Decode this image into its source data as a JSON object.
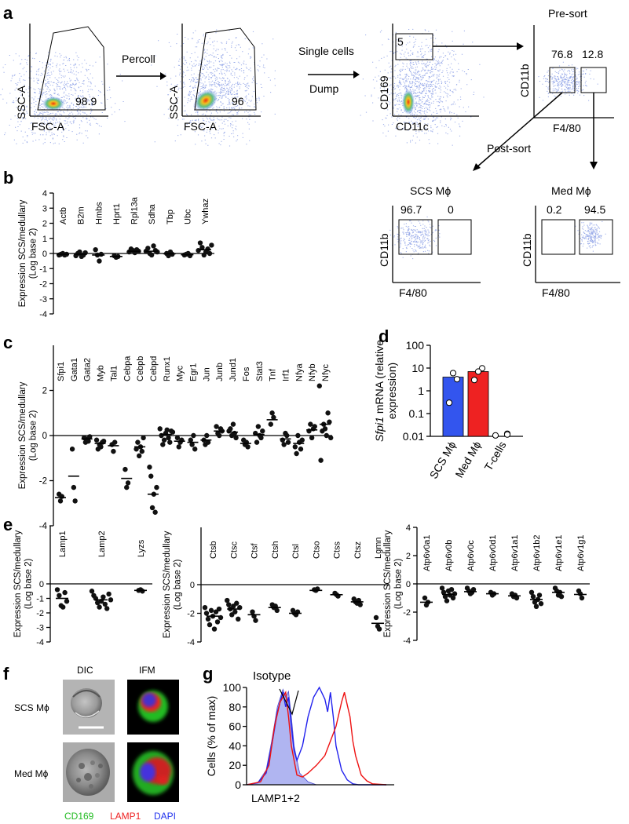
{
  "panel_labels": [
    "a",
    "b",
    "c",
    "d",
    "e",
    "f",
    "g"
  ],
  "panel_a": {
    "plots": [
      {
        "xlabel": "FSC-A",
        "ylabel": "SSC-A",
        "gate_values": [
          "98.9"
        ]
      },
      {
        "xlabel": "FSC-A",
        "ylabel": "SSC-A",
        "gate_values": [
          "96"
        ]
      },
      {
        "xlabel": "CD11c",
        "ylabel": "CD169",
        "gate_values": [
          "5"
        ]
      },
      {
        "xlabel": "F4/80",
        "ylabel": "CD11b",
        "gate_values": [
          "76.8",
          "12.8"
        ],
        "title": "Pre-sort"
      },
      {
        "xlabel": "F4/80",
        "ylabel": "CD11b",
        "gate_values": [
          "96.7",
          "0"
        ],
        "title": "SCS Mϕ"
      },
      {
        "xlabel": "F4/80",
        "ylabel": "CD11b",
        "gate_values": [
          "0.2",
          "94.5"
        ],
        "title": "Med Mϕ"
      }
    ],
    "steps": [
      "Percoll",
      "Single cells",
      "Dump",
      "Post-sort"
    ]
  },
  "chart_data": [
    {
      "panel": "b",
      "type": "scatter",
      "ylabel": [
        "Expression SCS/medullary",
        "(Log base 2)"
      ],
      "ylim": [
        -4,
        4
      ],
      "yticks": [
        -4,
        -3,
        -2,
        -1,
        0,
        1,
        2,
        3,
        4
      ],
      "categories": [
        "Actb",
        "B2m",
        "Hmbs",
        "Hprt1",
        "Rpl13a",
        "Sdha",
        "Tbp",
        "Ubc",
        "Ywhaz"
      ],
      "points": [
        [
          -0.1,
          -0.05,
          0.0,
          -0.1,
          -0.05
        ],
        [
          -0.15,
          0.0,
          0.1,
          -0.2,
          -0.1,
          0.05
        ],
        [
          0.25,
          -0.1,
          -0.5,
          -0.05
        ],
        [
          -0.15,
          -0.25,
          -0.2
        ],
        [
          0.1,
          0.3,
          0.2,
          0.05,
          0.25,
          0.15
        ],
        [
          0.15,
          0.35,
          0.0,
          -0.1,
          0.5,
          0.2,
          0.1
        ],
        [
          0.0,
          -0.15,
          0.1,
          -0.05
        ],
        [
          -0.1,
          -0.05,
          0.0,
          -0.15
        ],
        [
          0.2,
          0.7,
          0.4,
          -0.1,
          0.1,
          0.3,
          0.0,
          0.55
        ]
      ],
      "means": [
        -0.05,
        -0.05,
        -0.1,
        -0.2,
        0.15,
        0.15,
        -0.02,
        -0.08,
        0.25
      ]
    },
    {
      "panel": "c",
      "type": "scatter",
      "ylabel": [
        "Expression SCS/medullary",
        "(Log base 2)"
      ],
      "ylim": [
        -4,
        4
      ],
      "yticks": [
        -4,
        -2,
        0,
        2
      ],
      "categories": [
        "Sfpi1",
        "Gata1",
        "Gata2",
        "Myb",
        "Tal1",
        "Cebpa",
        "Cebpb",
        "Cebpd",
        "Runx1",
        "Myc",
        "Egr1",
        "Jun",
        "Junb",
        "Jund1",
        "Fos",
        "Stat3",
        "Tnf",
        "Irf1",
        "Nfya",
        "Nfyb",
        "Nfyc"
      ],
      "points": [
        [
          -2.6,
          -2.9,
          -2.7
        ],
        [
          -0.6,
          -2.3,
          -2.9
        ],
        [
          -0.1,
          -0.3,
          -0.15,
          -0.25,
          -0.05
        ],
        [
          -0.2,
          -0.6,
          -0.4,
          -0.5,
          -0.3,
          -0.25
        ],
        [
          -0.4,
          -0.7,
          -0.3
        ],
        [
          -1.5,
          -2.3,
          -2.1
        ],
        [
          -0.6,
          -0.3,
          -0.9,
          -0.5,
          -0.7,
          -0.1
        ],
        [
          -1.4,
          -1.8,
          -3.2,
          -2.6,
          -3.4,
          -2.3
        ],
        [
          0.3,
          0.0,
          -0.4,
          -0.2,
          0.1,
          0.25,
          -0.1,
          -0.3,
          0.2,
          0.15
        ],
        [
          -0.1,
          -0.5,
          -0.3,
          -0.2
        ],
        [
          -0.2,
          -0.4,
          0.0,
          -0.6
        ],
        [
          -0.2,
          -0.4,
          0.0,
          -0.3
        ],
        [
          0.4,
          0.1,
          0.0,
          0.3,
          0.2
        ],
        [
          0.2,
          0.3,
          0.0,
          0.5,
          0.1,
          -0.1
        ],
        [
          -0.2,
          -0.4,
          -0.3,
          -0.5
        ],
        [
          0.1,
          -0.3,
          0.4,
          0.0,
          -0.1,
          0.2
        ],
        [
          0.5,
          1.0,
          0.8
        ],
        [
          -0.2,
          -0.4,
          0.1,
          0.0,
          -0.3
        ],
        [
          -0.5,
          -0.8,
          0.0,
          -0.3,
          -0.6,
          -0.2
        ],
        [
          0.2,
          0.5,
          -0.1,
          0.3,
          0.4
        ],
        [
          2.2,
          -1.1,
          0.2,
          0.5,
          0.3,
          0.0,
          1.0,
          0.6,
          -0.1
        ]
      ],
      "means": [
        -2.75,
        -1.8,
        -0.15,
        -0.35,
        -0.45,
        -1.9,
        -0.5,
        -2.6,
        0.05,
        -0.25,
        -0.3,
        -0.2,
        0.2,
        0.15,
        -0.35,
        0.05,
        0.7,
        -0.15,
        -0.35,
        0.25,
        0.5
      ]
    },
    {
      "panel": "d",
      "type": "bar",
      "ylabel": "Sfpi1 mRNA (relative expression)",
      "yscale": "log",
      "ylim": [
        0.01,
        100
      ],
      "yticks": [
        "0.01",
        "0.1",
        "1",
        "10",
        "100"
      ],
      "categories": [
        "SCS Mϕ",
        "Med Mϕ",
        "T-cells"
      ],
      "values": [
        4.0,
        7.0,
        0.01
      ],
      "colors": [
        "#3355ee",
        "#ee2222",
        "#ffffff"
      ],
      "points": [
        [
          0.3,
          3.0,
          6.0
        ],
        [
          3.0,
          9.0,
          7.0
        ],
        [
          0.011,
          0.012,
          0.012
        ]
      ]
    },
    {
      "panel": "e1",
      "type": "scatter",
      "ylabel": [
        "Expression SCS/medullary",
        "(Log base 2)"
      ],
      "ylim": [
        -4,
        4
      ],
      "yticks": [
        -4,
        -3,
        -2,
        -1,
        0
      ],
      "categories": [
        "Lamp1",
        "Lamp2",
        "Lyzs"
      ],
      "points": [
        [
          -0.4,
          -0.8,
          -1.5,
          -1.6,
          -0.6,
          -1.2
        ],
        [
          -0.5,
          -0.8,
          -1.0,
          -1.3,
          -1.6,
          -1.2,
          -0.9,
          -1.4,
          -1.7,
          -0.7,
          -1.1
        ],
        [
          -0.45,
          -0.4,
          -0.5
        ]
      ],
      "means": [
        -1.0,
        -1.1,
        -0.45
      ]
    },
    {
      "panel": "e2",
      "type": "scatter",
      "ylabel": [
        "Expression SCS/medullary",
        "(Log base 2)"
      ],
      "ylim": [
        -4,
        4
      ],
      "yticks": [
        -4,
        -2,
        0
      ],
      "categories": [
        "Ctsb",
        "Ctsc",
        "Ctsf",
        "Ctsh",
        "Ctsl",
        "Ctso",
        "Ctss",
        "Ctsz",
        "Lgmn"
      ],
      "points": [
        [
          -1.6,
          -2.0,
          -2.4,
          -2.8,
          -1.8,
          -2.2,
          -3.1,
          -1.9,
          -2.6,
          -1.7,
          -2.3
        ],
        [
          -1.1,
          -1.4,
          -1.7,
          -2.1,
          -1.5,
          -1.9,
          -1.3,
          -2.4,
          -1.6
        ],
        [
          -1.9,
          -2.2,
          -2.5
        ],
        [
          -1.4,
          -1.6,
          -1.5,
          -1.8
        ],
        [
          -1.8,
          -2.0,
          -2.1,
          -1.9
        ],
        [
          -0.35,
          -0.4,
          -0.3
        ],
        [
          -0.6,
          -0.7,
          -0.8
        ],
        [
          -1.0,
          -1.2,
          -1.3,
          -1.1,
          -1.4
        ],
        [
          -2.3,
          -2.9,
          -3.1
        ]
      ],
      "means": [
        -2.2,
        -1.7,
        -2.1,
        -1.6,
        -2.0,
        -0.4,
        -0.7,
        -1.2,
        -2.7
      ]
    },
    {
      "panel": "e3",
      "type": "scatter",
      "ylabel": [
        "Expression SCS/medullary",
        "(Log base 2)"
      ],
      "ylim": [
        -4,
        4
      ],
      "yticks": [
        -4,
        -2,
        0,
        2,
        4
      ],
      "categories": [
        "Atp6v0a1",
        "Atp6v0b",
        "Atp6v0c",
        "Atp6v0d1",
        "Atp6v1a1",
        "Atp6v1b2",
        "Atp6v1e1",
        "Atp6v1g1"
      ],
      "points": [
        [
          -1.0,
          -1.5,
          -1.3
        ],
        [
          -0.3,
          -0.6,
          -0.9,
          -1.2,
          -0.5,
          -0.8,
          -0.4,
          -1.0,
          -0.7
        ],
        [
          -0.3,
          -0.5,
          -0.7,
          -0.6,
          -0.4
        ],
        [
          -0.6,
          -0.8,
          -0.7
        ],
        [
          -0.7,
          -0.9,
          -0.8,
          -1.0
        ],
        [
          -0.6,
          -0.9,
          -1.3,
          -1.6,
          -1.1,
          -0.8,
          -1.4
        ],
        [
          -0.3,
          -0.5,
          -0.8,
          -0.6,
          -0.9
        ],
        [
          -0.5,
          -0.7,
          -1.0
        ]
      ],
      "means": [
        -1.3,
        -0.75,
        -0.55,
        -0.7,
        -0.85,
        -1.1,
        -0.6,
        -0.75
      ]
    },
    {
      "panel": "g",
      "type": "line",
      "xlabel": "LAMP1+2",
      "ylabel": "Cells (% of max)",
      "ylim": [
        0,
        100
      ],
      "yticks": [
        0,
        20,
        40,
        60,
        80,
        100
      ],
      "annotation": "Isotype",
      "series": [
        {
          "color": "#a8aef0",
          "fill": true,
          "x": [
            0,
            8,
            14,
            18,
            22,
            26,
            28,
            30,
            32,
            34,
            38,
            44,
            50,
            100
          ],
          "y": [
            0,
            2,
            15,
            45,
            80,
            98,
            90,
            96,
            70,
            40,
            12,
            3,
            0,
            0
          ]
        },
        {
          "color": "#2222ee",
          "fill": false,
          "x": [
            0,
            8,
            14,
            18,
            22,
            26,
            28,
            30,
            32,
            34,
            36,
            40,
            44,
            48,
            52,
            56,
            58,
            60,
            62,
            64,
            68,
            72,
            76,
            80,
            100
          ],
          "y": [
            0,
            2,
            12,
            40,
            75,
            95,
            80,
            90,
            60,
            35,
            25,
            40,
            70,
            90,
            100,
            88,
            75,
            95,
            70,
            40,
            15,
            5,
            1,
            0,
            0
          ]
        },
        {
          "color": "#ee1111",
          "fill": false,
          "x": [
            0,
            10,
            16,
            20,
            24,
            28,
            30,
            32,
            36,
            40,
            44,
            50,
            56,
            60,
            64,
            68,
            70,
            72,
            74,
            76,
            78,
            82,
            86,
            90,
            100
          ],
          "y": [
            0,
            3,
            20,
            60,
            85,
            95,
            70,
            40,
            10,
            8,
            12,
            20,
            30,
            45,
            60,
            85,
            95,
            82,
            70,
            45,
            30,
            10,
            4,
            1,
            0
          ]
        }
      ]
    }
  ],
  "panel_f": {
    "col_headers": [
      "DIC",
      "IFM"
    ],
    "row_labels": [
      "SCS Mϕ",
      "Med Mϕ"
    ],
    "legend": [
      {
        "text": "CD169",
        "color": "#22bb22"
      },
      {
        "text": "LAMP1",
        "color": "#ee2222"
      },
      {
        "text": "DAPI",
        "color": "#2233ee"
      }
    ]
  }
}
